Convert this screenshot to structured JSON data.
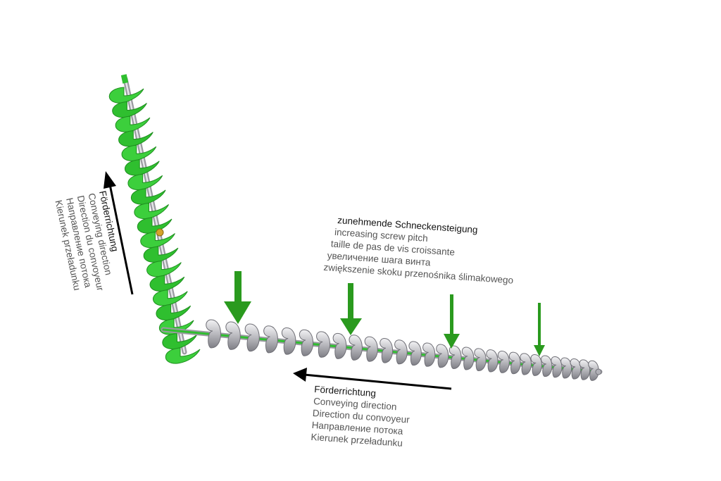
{
  "conveying_label_vertical": {
    "lines": [
      "Förderrichtung",
      "Conveying direction",
      "Direction du convoyeur",
      "Направление потока",
      "Kierunek przeładunku"
    ]
  },
  "conveying_label_horizontal": {
    "lines": [
      "Förderrichtung",
      "Conveying direction",
      "Direction du convoyeur",
      "Направление потока",
      "Kierunek przeładunku"
    ]
  },
  "pitch_label": {
    "lines": [
      "zunehmende Schneckensteigung",
      "increasing screw pitch",
      "taille de pas de vis croissante",
      "увеличение шага винта",
      "zwiększenie skoku przenośnika ślimakowego"
    ]
  },
  "colors": {
    "screw_green": "#2fbf2f",
    "screw_green_dark": "#1f8f1f",
    "arrow_green": "#2a9a1e",
    "steel": "#c4c4c8",
    "steel_dark": "#8e8e94",
    "text_primary": "#111111",
    "text_secondary": "#555555"
  }
}
